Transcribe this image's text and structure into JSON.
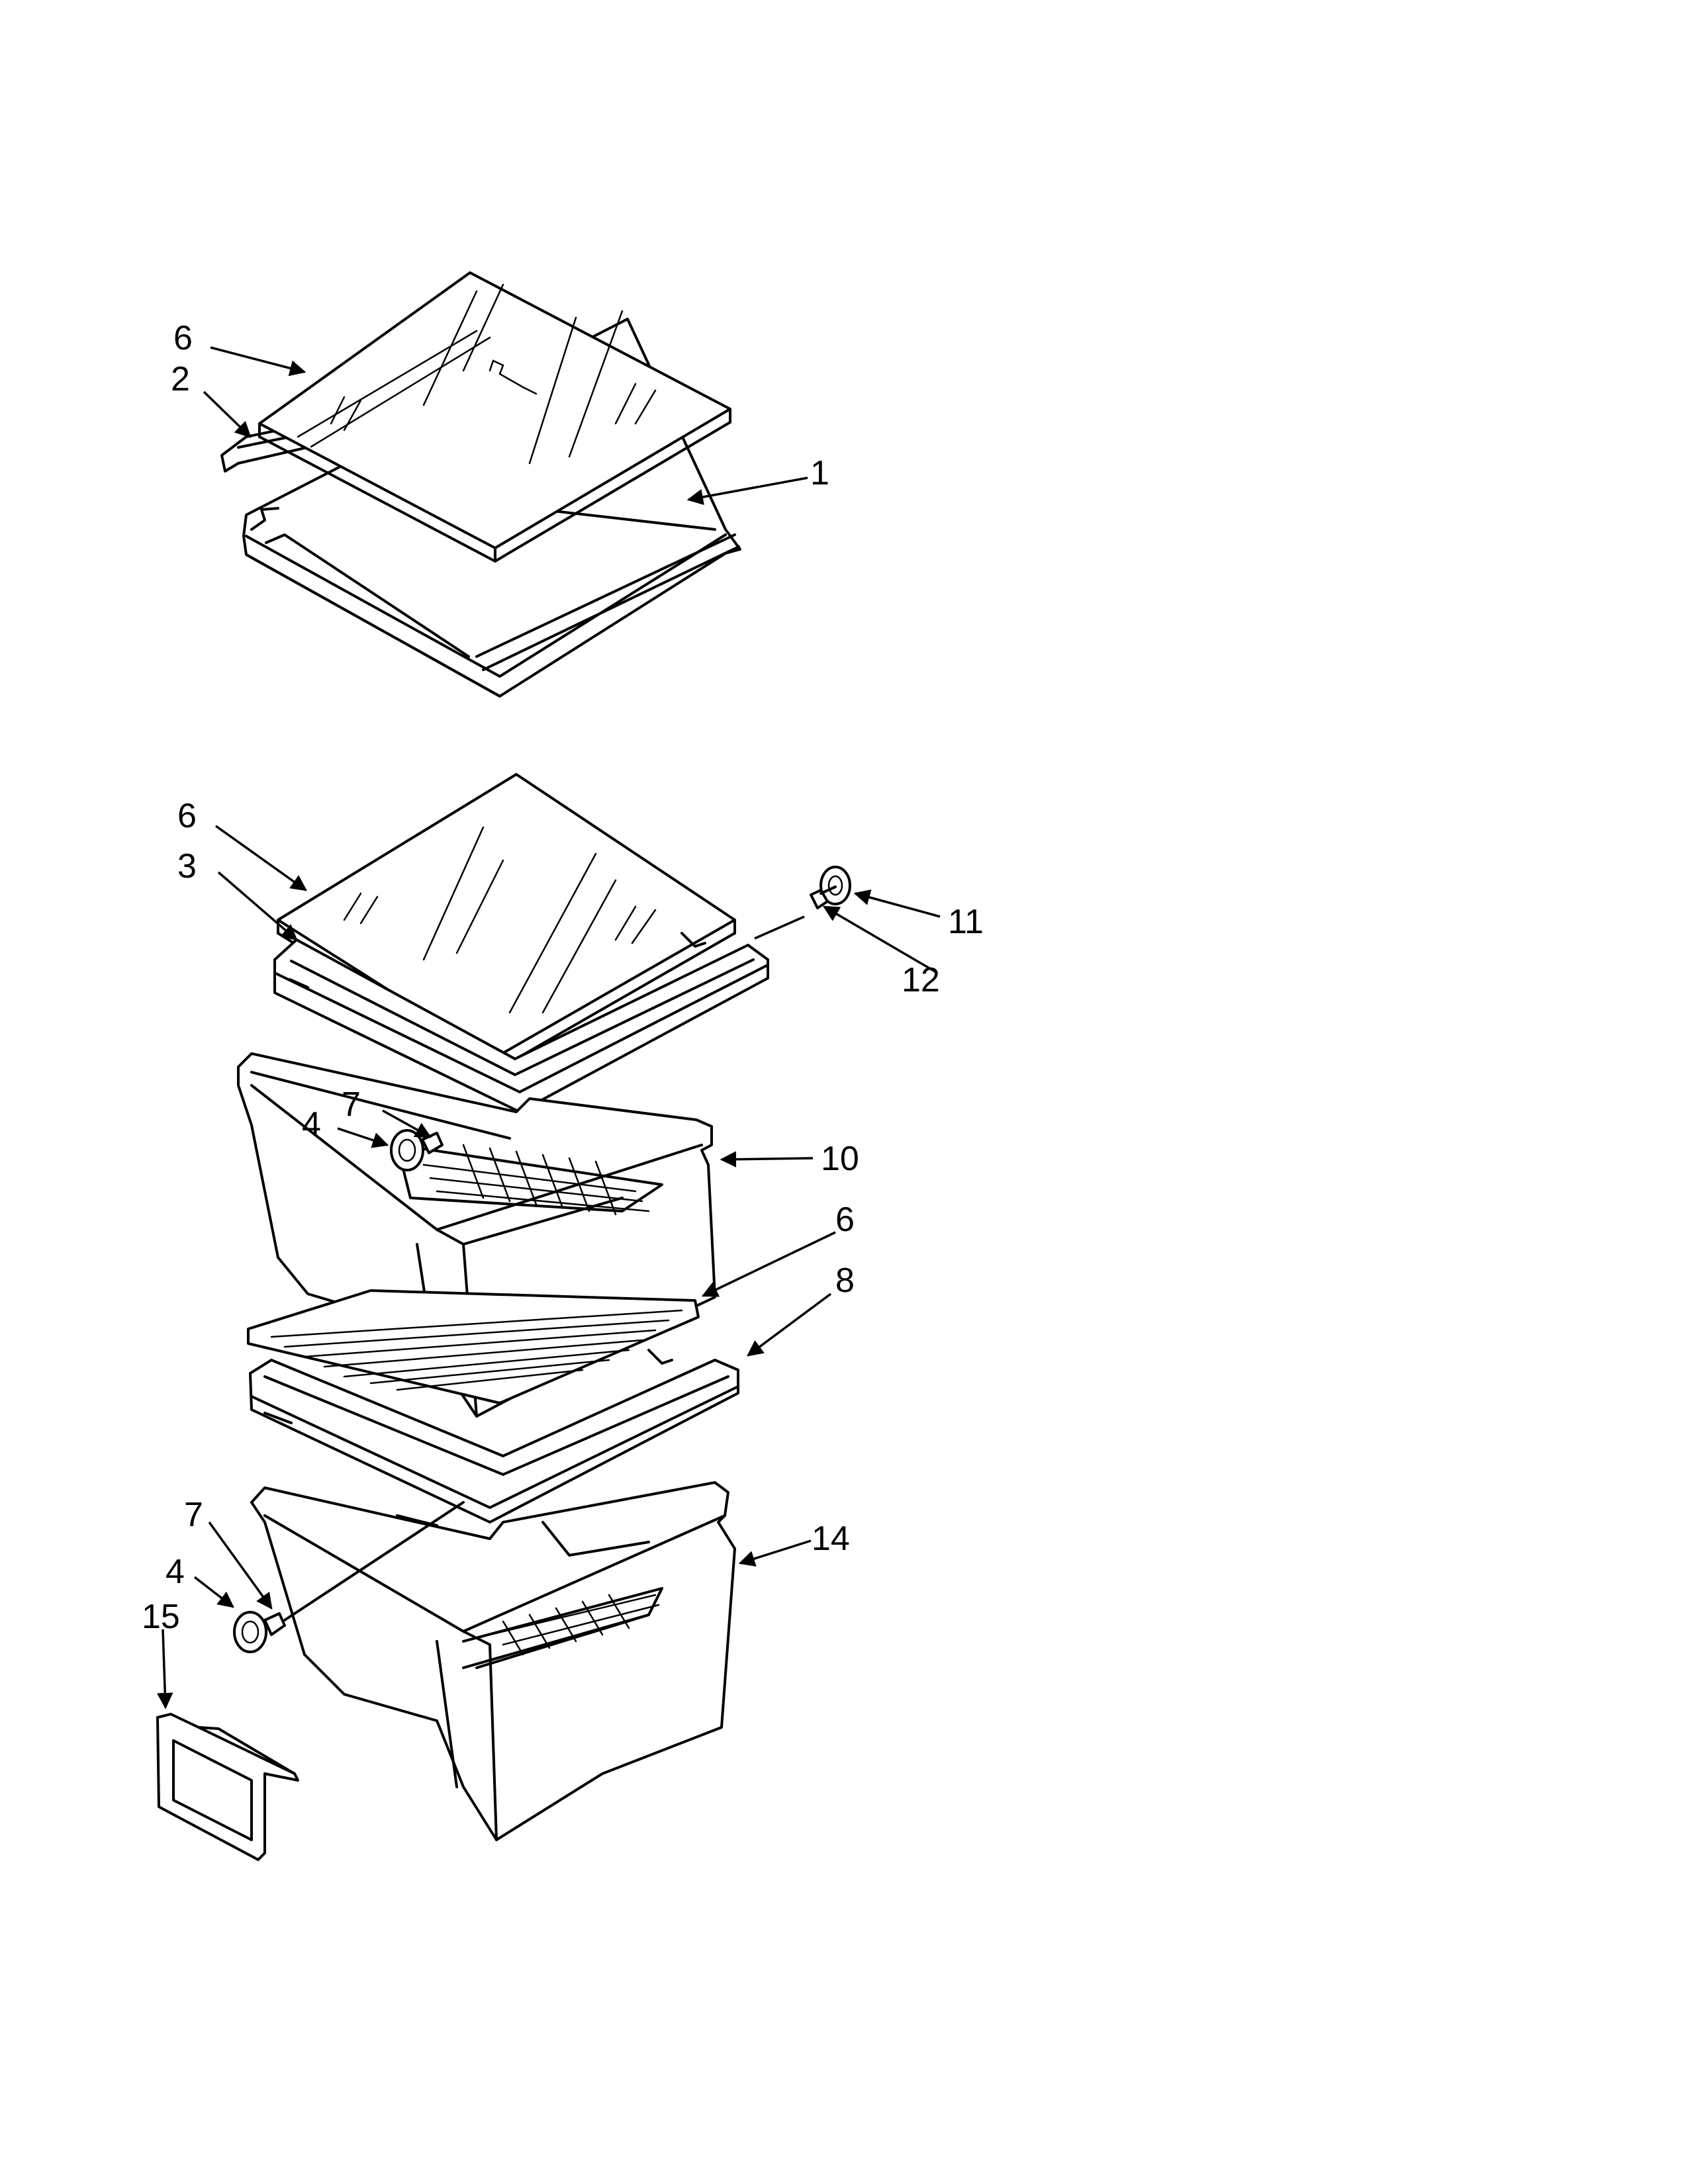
{
  "diagram": {
    "callouts": [
      {
        "id": "c6a",
        "label": "6"
      },
      {
        "id": "c2",
        "label": "2"
      },
      {
        "id": "c1",
        "label": "1"
      },
      {
        "id": "c6b",
        "label": "6"
      },
      {
        "id": "c3",
        "label": "3"
      },
      {
        "id": "c11",
        "label": "11"
      },
      {
        "id": "c12",
        "label": "12"
      },
      {
        "id": "c7a",
        "label": "7"
      },
      {
        "id": "c4a",
        "label": "4"
      },
      {
        "id": "c10",
        "label": "10"
      },
      {
        "id": "c6c",
        "label": "6"
      },
      {
        "id": "c8",
        "label": "8"
      },
      {
        "id": "c7b",
        "label": "7"
      },
      {
        "id": "c4b",
        "label": "4"
      },
      {
        "id": "c15",
        "label": "15"
      },
      {
        "id": "c14",
        "label": "14"
      }
    ]
  }
}
